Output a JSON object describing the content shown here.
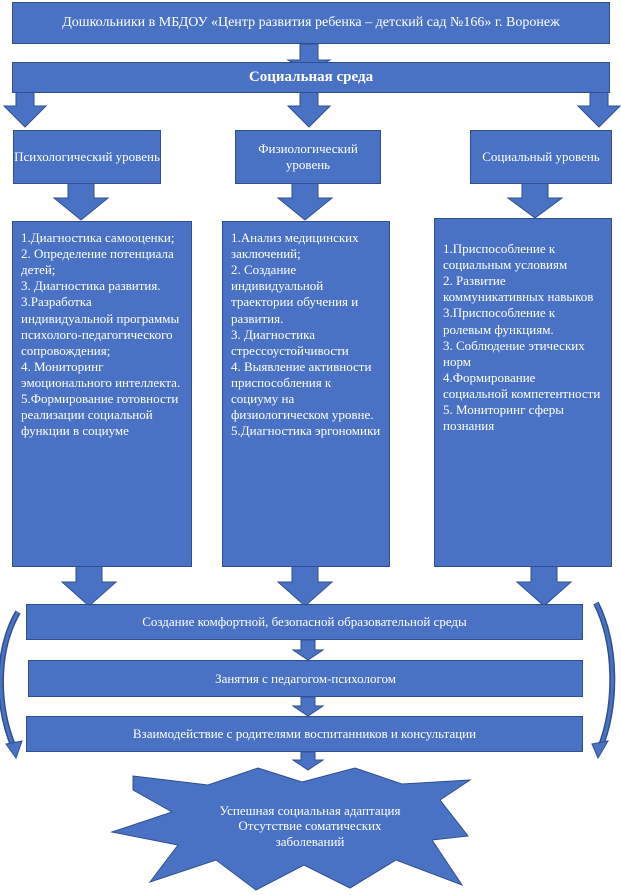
{
  "header": {
    "title": "Дошкольники в МБДОУ «Центр развития ребенка – детский сад №166» г. Воронеж"
  },
  "social_env": {
    "label": "Социальная среда"
  },
  "levels": {
    "psych": "Психологический уровень",
    "phys": "Физиологический уровень",
    "social": "Социальный уровень"
  },
  "lists": {
    "psych": [
      "1.Диагностика самооценки;",
      "2. Определение потенциала детей;",
      "3. Диагностика развития.",
      "3.Разработка индивидуальной программы психолого-педагогического сопровождения;",
      "4. Мониторинг эмоционального интеллекта.",
      "5.Формирование готовности реализации социальной функции в социуме"
    ],
    "phys": [
      "1.Анализ медицинских заключений;",
      "2. Создание индивидуальной траектории обучения и развития.",
      "3. Диагностика стрессоустойчивости",
      "4. Выявление активности приспособления к социуму на физиологическом уровне.",
      "5.Диагностика эргономики"
    ],
    "social": [
      "1.Приспособление к социальным условиям",
      "2. Развитие коммуникативных навыков",
      "3.Приспособление к ролевым функциям.",
      "3. Соблюдение этических норм",
      "4.Формирование социальной компетентности",
      "5. Мониторинг сферы познания"
    ]
  },
  "steps": {
    "s1": "Создание комфортной, безопасной образовательной среды",
    "s2": "Занятия с педагогом-психологом",
    "s3": "Взаимодействие с родителями воспитанников и консультации"
  },
  "result": {
    "line1": "Успешная социальная адаптация",
    "line2": "Отсутствие соматических",
    "line3": "заболеваний"
  },
  "colors": {
    "fill": "#4a72c4",
    "stroke": "#2f4f8f",
    "text": "#ffffff"
  }
}
